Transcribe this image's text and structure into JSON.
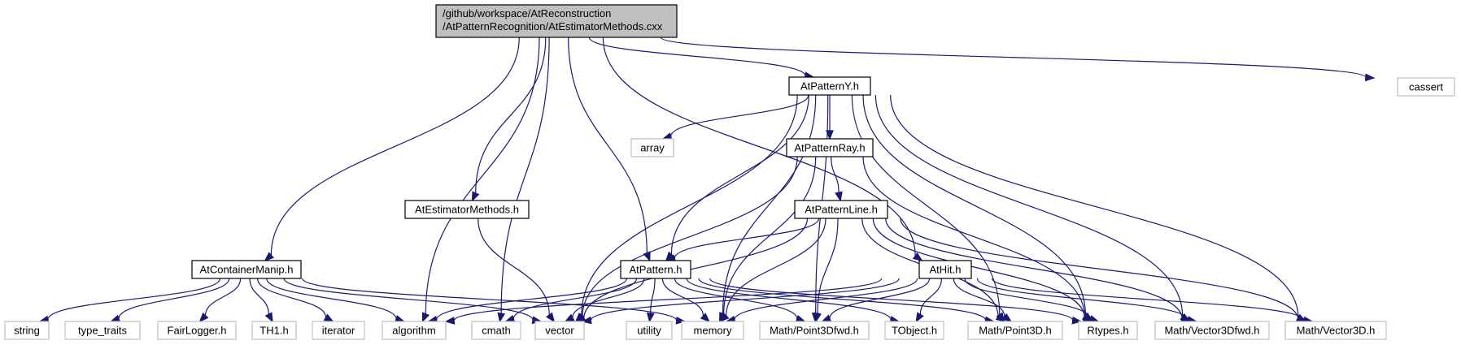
{
  "colors": {
    "edge": "#191970",
    "root_fill": "#bfbfbf",
    "node_border": "#000000",
    "ext_border": "#bfbfbf",
    "background": "#ffffff"
  },
  "nodes": [
    {
      "id": "root",
      "lines": [
        "/github/workspace/AtReconstruction",
        "/AtPatternRecognition/AtEstimatorMethods.cxx"
      ],
      "kind": "root"
    },
    {
      "id": "atpatterny",
      "lines": [
        "AtPatternY.h"
      ],
      "kind": "header"
    },
    {
      "id": "cassert",
      "lines": [
        "cassert"
      ],
      "kind": "external"
    },
    {
      "id": "array",
      "lines": [
        "array"
      ],
      "kind": "external"
    },
    {
      "id": "atpatternray",
      "lines": [
        "AtPatternRay.h"
      ],
      "kind": "header"
    },
    {
      "id": "atestimatormethods",
      "lines": [
        "AtEstimatorMethods.h"
      ],
      "kind": "header"
    },
    {
      "id": "atpatternline",
      "lines": [
        "AtPatternLine.h"
      ],
      "kind": "header"
    },
    {
      "id": "atcontainermanip",
      "lines": [
        "AtContainerManip.h"
      ],
      "kind": "header"
    },
    {
      "id": "atpattern",
      "lines": [
        "AtPattern.h"
      ],
      "kind": "header"
    },
    {
      "id": "athit",
      "lines": [
        "AtHit.h"
      ],
      "kind": "header"
    },
    {
      "id": "string",
      "lines": [
        "string"
      ],
      "kind": "external"
    },
    {
      "id": "type_traits",
      "lines": [
        "type_traits"
      ],
      "kind": "external"
    },
    {
      "id": "fairlogger",
      "lines": [
        "FairLogger.h"
      ],
      "kind": "external"
    },
    {
      "id": "th1",
      "lines": [
        "TH1.h"
      ],
      "kind": "external"
    },
    {
      "id": "iterator",
      "lines": [
        "iterator"
      ],
      "kind": "external"
    },
    {
      "id": "algorithm",
      "lines": [
        "algorithm"
      ],
      "kind": "external"
    },
    {
      "id": "cmath",
      "lines": [
        "cmath"
      ],
      "kind": "external"
    },
    {
      "id": "vector",
      "lines": [
        "vector"
      ],
      "kind": "external"
    },
    {
      "id": "utility",
      "lines": [
        "utility"
      ],
      "kind": "external"
    },
    {
      "id": "memory",
      "lines": [
        "memory"
      ],
      "kind": "external"
    },
    {
      "id": "point3dfwd",
      "lines": [
        "Math/Point3Dfwd.h"
      ],
      "kind": "external"
    },
    {
      "id": "tobject",
      "lines": [
        "TObject.h"
      ],
      "kind": "external"
    },
    {
      "id": "point3d",
      "lines": [
        "Math/Point3D.h"
      ],
      "kind": "external"
    },
    {
      "id": "rtypes",
      "lines": [
        "Rtypes.h"
      ],
      "kind": "external"
    },
    {
      "id": "vector3dfwd",
      "lines": [
        "Math/Vector3Dfwd.h"
      ],
      "kind": "external"
    },
    {
      "id": "vector3d",
      "lines": [
        "Math/Vector3D.h"
      ],
      "kind": "external"
    }
  ],
  "edges": [
    {
      "from": "root",
      "to": "atpatterny"
    },
    {
      "from": "root",
      "to": "cassert"
    },
    {
      "from": "root",
      "to": "atestimatormethods"
    },
    {
      "from": "root",
      "to": "atcontainermanip"
    },
    {
      "from": "root",
      "to": "algorithm"
    },
    {
      "from": "root",
      "to": "cmath"
    },
    {
      "from": "root",
      "to": "atpattern"
    },
    {
      "from": "root",
      "to": "athit"
    },
    {
      "from": "atpatterny",
      "to": "array"
    },
    {
      "from": "atpatterny",
      "to": "atpatternray"
    },
    {
      "from": "atpatterny",
      "to": "vector"
    },
    {
      "from": "atpatterny",
      "to": "atpattern"
    },
    {
      "from": "atpatterny",
      "to": "memory"
    },
    {
      "from": "atpatterny",
      "to": "point3dfwd"
    },
    {
      "from": "atpatterny",
      "to": "point3d"
    },
    {
      "from": "atpatterny",
      "to": "rtypes"
    },
    {
      "from": "atpatterny",
      "to": "vector3dfwd"
    },
    {
      "from": "atpatterny",
      "to": "vector3d"
    },
    {
      "from": "atpatternray",
      "to": "atpatternline"
    },
    {
      "from": "atpatternray",
      "to": "vector"
    },
    {
      "from": "atpatternray",
      "to": "memory"
    },
    {
      "from": "atpatternray",
      "to": "rtypes"
    },
    {
      "from": "atpatternline",
      "to": "atpattern"
    },
    {
      "from": "atpatternline",
      "to": "vector"
    },
    {
      "from": "atpatternline",
      "to": "memory"
    },
    {
      "from": "atpatternline",
      "to": "point3dfwd"
    },
    {
      "from": "atpatternline",
      "to": "point3d"
    },
    {
      "from": "atpatternline",
      "to": "rtypes"
    },
    {
      "from": "atpatternline",
      "to": "vector3dfwd"
    },
    {
      "from": "atpatternline",
      "to": "vector3d"
    },
    {
      "from": "atestimatormethods",
      "to": "vector"
    },
    {
      "from": "atcontainermanip",
      "to": "string"
    },
    {
      "from": "atcontainermanip",
      "to": "type_traits"
    },
    {
      "from": "atcontainermanip",
      "to": "fairlogger"
    },
    {
      "from": "atcontainermanip",
      "to": "th1"
    },
    {
      "from": "atcontainermanip",
      "to": "iterator"
    },
    {
      "from": "atcontainermanip",
      "to": "algorithm"
    },
    {
      "from": "atcontainermanip",
      "to": "vector"
    },
    {
      "from": "atcontainermanip",
      "to": "memory"
    },
    {
      "from": "atpattern",
      "to": "algorithm"
    },
    {
      "from": "atpattern",
      "to": "cmath"
    },
    {
      "from": "atpattern",
      "to": "vector"
    },
    {
      "from": "atpattern",
      "to": "utility"
    },
    {
      "from": "atpattern",
      "to": "memory"
    },
    {
      "from": "atpattern",
      "to": "point3dfwd"
    },
    {
      "from": "atpattern",
      "to": "tobject"
    },
    {
      "from": "atpattern",
      "to": "point3d"
    },
    {
      "from": "atpattern",
      "to": "rtypes"
    },
    {
      "from": "athit",
      "to": "algorithm"
    },
    {
      "from": "athit",
      "to": "vector"
    },
    {
      "from": "athit",
      "to": "memory"
    },
    {
      "from": "athit",
      "to": "point3dfwd"
    },
    {
      "from": "athit",
      "to": "tobject"
    },
    {
      "from": "athit",
      "to": "point3d"
    },
    {
      "from": "athit",
      "to": "rtypes"
    },
    {
      "from": "athit",
      "to": "vector3dfwd"
    },
    {
      "from": "athit",
      "to": "vector3d"
    }
  ]
}
